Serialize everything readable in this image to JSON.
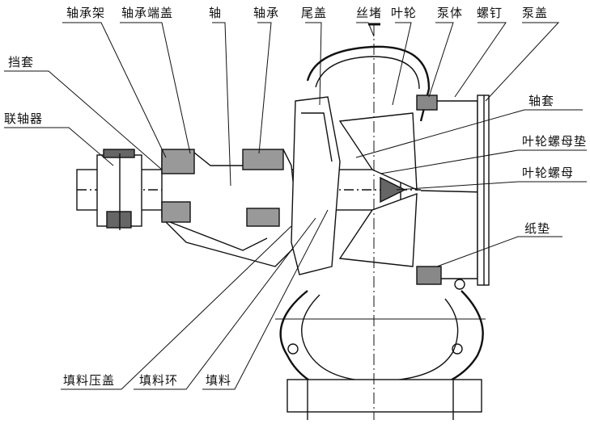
{
  "labels": {
    "bearing_frame": "轴承架",
    "bearing_end_cover": "轴承端盖",
    "shaft": "轴",
    "bearing": "轴承",
    "tail_cover": "尾盖",
    "plug": "丝堵",
    "impeller": "叶轮",
    "pump_body": "泵体",
    "screw": "螺钉",
    "pump_cover": "泵盖",
    "retaining_sleeve": "挡套",
    "coupling": "联轴器",
    "shaft_sleeve": "轴套",
    "impeller_nut_washer": "叶轮螺母垫",
    "impeller_nut": "叶轮螺母",
    "paper_gasket": "纸垫",
    "packing_gland": "填料压盖",
    "packing_ring": "填料环",
    "packing": "填料"
  }
}
